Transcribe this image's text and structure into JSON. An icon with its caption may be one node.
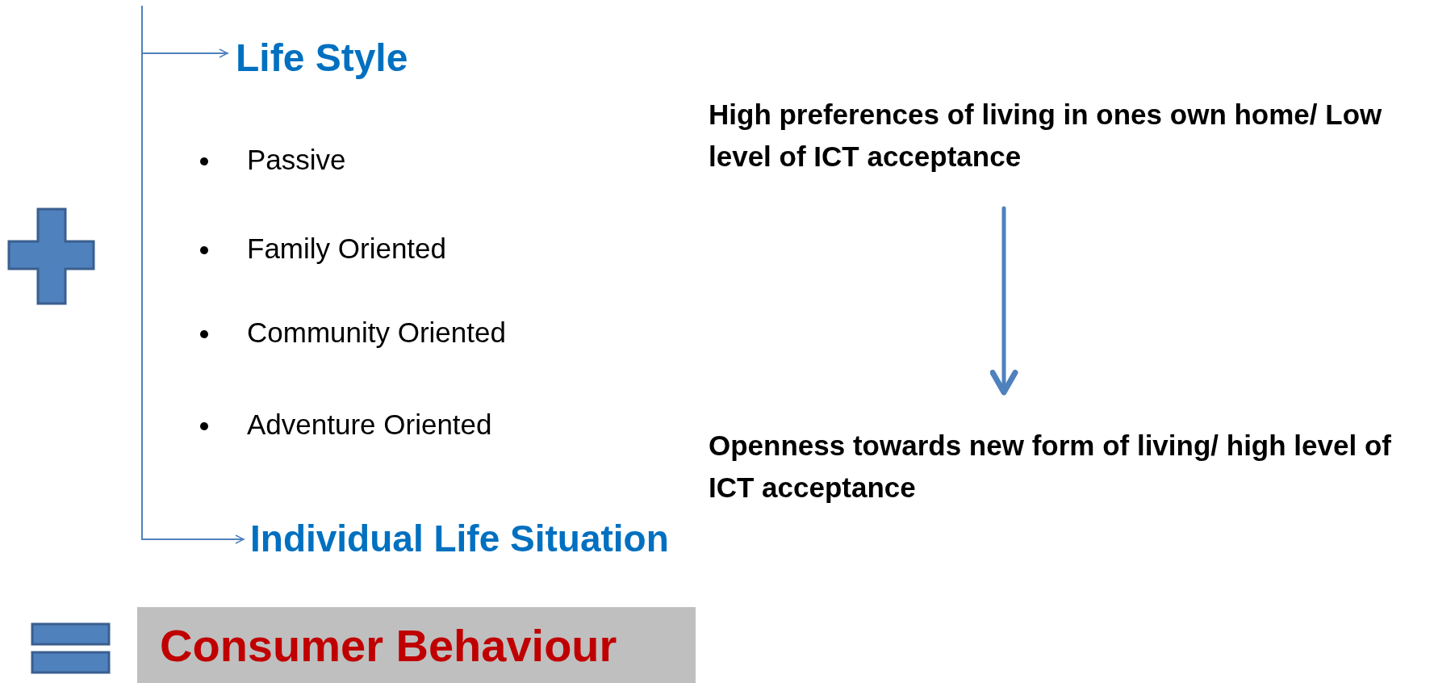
{
  "diagram": {
    "nodes": [
      {
        "text": [
          "Life Style"
        ]
      },
      {
        "text": [
          "High preferences of living in ones own home/ Low level of ICT acceptance"
        ]
      },
      {
        "text": [
          "Openness towards new form of living/ high level of ICT acceptance"
        ]
      },
      {
        "text": [
          "Individual Life Situation"
        ]
      },
      {
        "text": [
          "Consumer Behaviour"
        ]
      }
    ],
    "edges": [
      {
        "from": null,
        "to": 0,
        "arrow": "to"
      },
      {
        "from": null,
        "to": 3,
        "arrow": "to"
      },
      {
        "from": 1,
        "to": 2,
        "arrow": "to",
        "style": "thick"
      }
    ],
    "labels": [
      "Passive",
      "Family Oriented",
      "Community Oriented",
      "Adventure Oriented"
    ]
  }
}
